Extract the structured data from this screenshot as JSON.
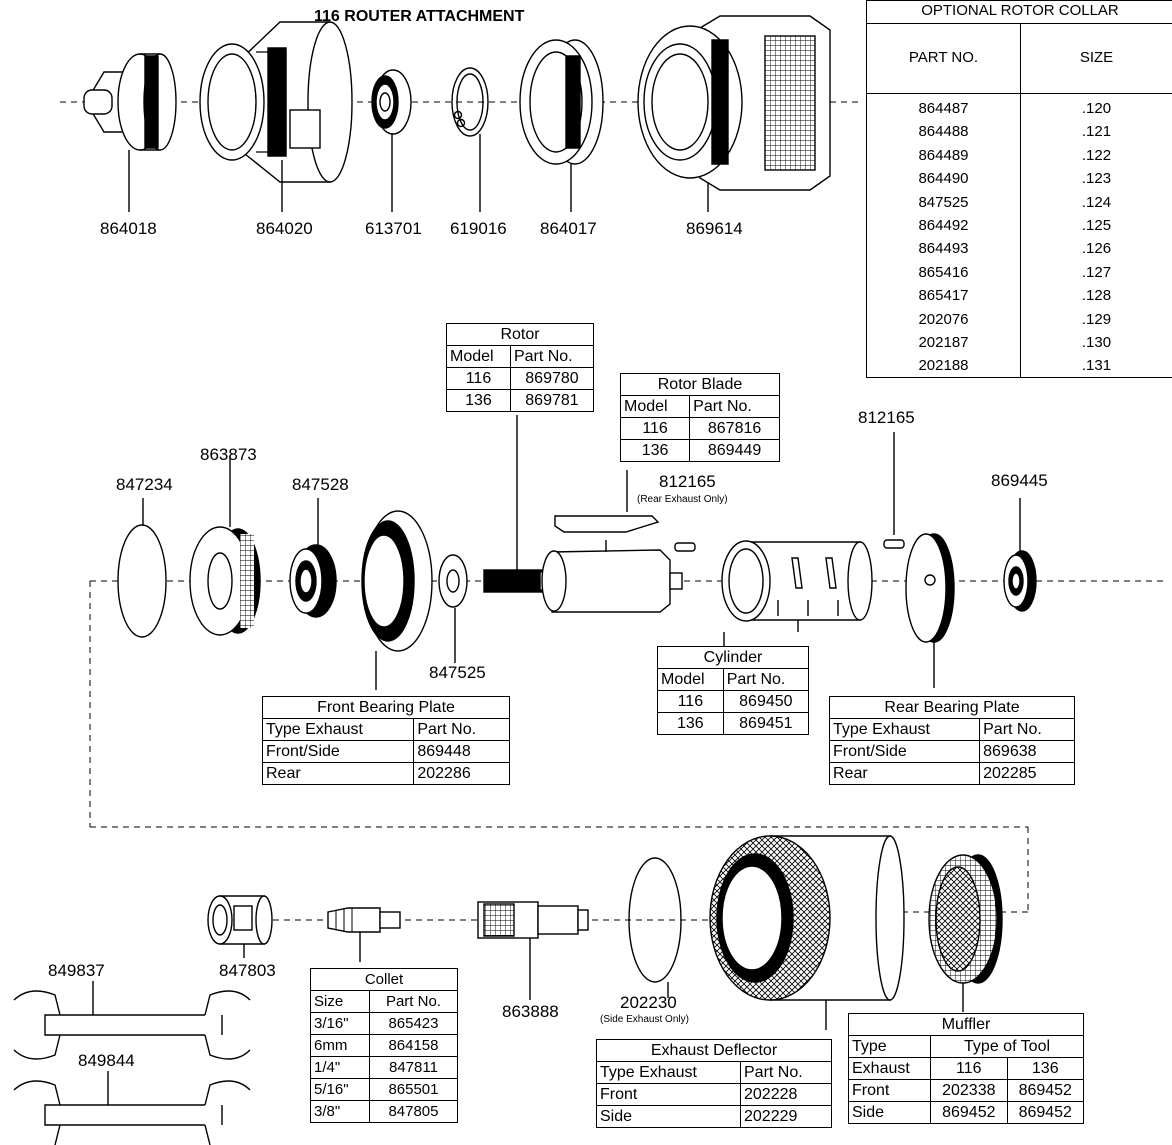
{
  "title": "116 ROUTER ATTACHMENT",
  "top_parts": [
    "864018",
    "864020",
    "613701",
    "619016",
    "864017",
    "869614"
  ],
  "middle_parts": {
    "p847234": "847234",
    "p863873": "863873",
    "p847528": "847528",
    "p847525": "847525",
    "p812165_rear": "812165",
    "rear_exhaust_only": "(Rear Exhaust Only)",
    "p812165": "812165",
    "p869445": "869445"
  },
  "bottom_parts": {
    "p849837": "849837",
    "p849844": "849844",
    "p847803": "847803",
    "p863888": "863888",
    "p202230": "202230",
    "side_exhaust_only": "(Side Exhaust Only)"
  },
  "collar": {
    "title": "OPTIONAL ROTOR COLLAR",
    "col_part": "PART NO.",
    "col_size": "SIZE",
    "part_numbers": [
      "864487",
      "864488",
      "864489",
      "864490",
      "847525",
      "864492",
      "864493",
      "865416",
      "865417",
      "202076",
      "202187",
      "202188"
    ],
    "sizes": [
      ".120",
      ".121",
      ".122",
      ".123",
      ".124",
      ".125",
      ".126",
      ".127",
      ".128",
      ".129",
      ".130",
      ".131"
    ]
  },
  "rotor": {
    "title": "Rotor",
    "h1": "Model",
    "h2": "Part No.",
    "rows": [
      [
        "116",
        "869780"
      ],
      [
        "136",
        "869781"
      ]
    ]
  },
  "rotor_blade": {
    "title": "Rotor Blade",
    "h1": "Model",
    "h2": "Part No.",
    "rows": [
      [
        "116",
        "867816"
      ],
      [
        "136",
        "869449"
      ]
    ]
  },
  "cylinder": {
    "title": "Cylinder",
    "h1": "Model",
    "h2": "Part No.",
    "rows": [
      [
        "116",
        "869450"
      ],
      [
        "136",
        "869451"
      ]
    ]
  },
  "front_bearing": {
    "title": "Front Bearing Plate",
    "h1": "Type Exhaust",
    "h2": "Part No.",
    "rows": [
      [
        "Front/Side",
        "869448"
      ],
      [
        "Rear",
        "202286"
      ]
    ]
  },
  "rear_bearing": {
    "title": "Rear Bearing Plate",
    "h1": "Type Exhaust",
    "h2": "Part No.",
    "rows": [
      [
        "Front/Side",
        "869638"
      ],
      [
        "Rear",
        "202285"
      ]
    ]
  },
  "collet": {
    "title": "Collet",
    "h1": "Size",
    "h2": "Part No.",
    "rows": [
      [
        "3/16\"",
        "865423"
      ],
      [
        "6mm",
        "864158"
      ],
      [
        "1/4\"",
        "847811"
      ],
      [
        "5/16\"",
        "865501"
      ],
      [
        "3/8\"",
        "847805"
      ]
    ]
  },
  "exhaust_deflector": {
    "title": "Exhaust Deflector",
    "h1": "Type Exhaust",
    "h2": "Part No.",
    "rows": [
      [
        "Front",
        "202228"
      ],
      [
        "Side",
        "202229"
      ]
    ]
  },
  "muffler": {
    "title": "Muffler",
    "h_type": "Type",
    "h_tool": "Type of Tool",
    "h_exhaust": "Exhaust",
    "c116": "116",
    "c136": "136",
    "rows": [
      [
        "Front",
        "202338",
        "869452"
      ],
      [
        "Side",
        "869452",
        "869452"
      ]
    ]
  }
}
